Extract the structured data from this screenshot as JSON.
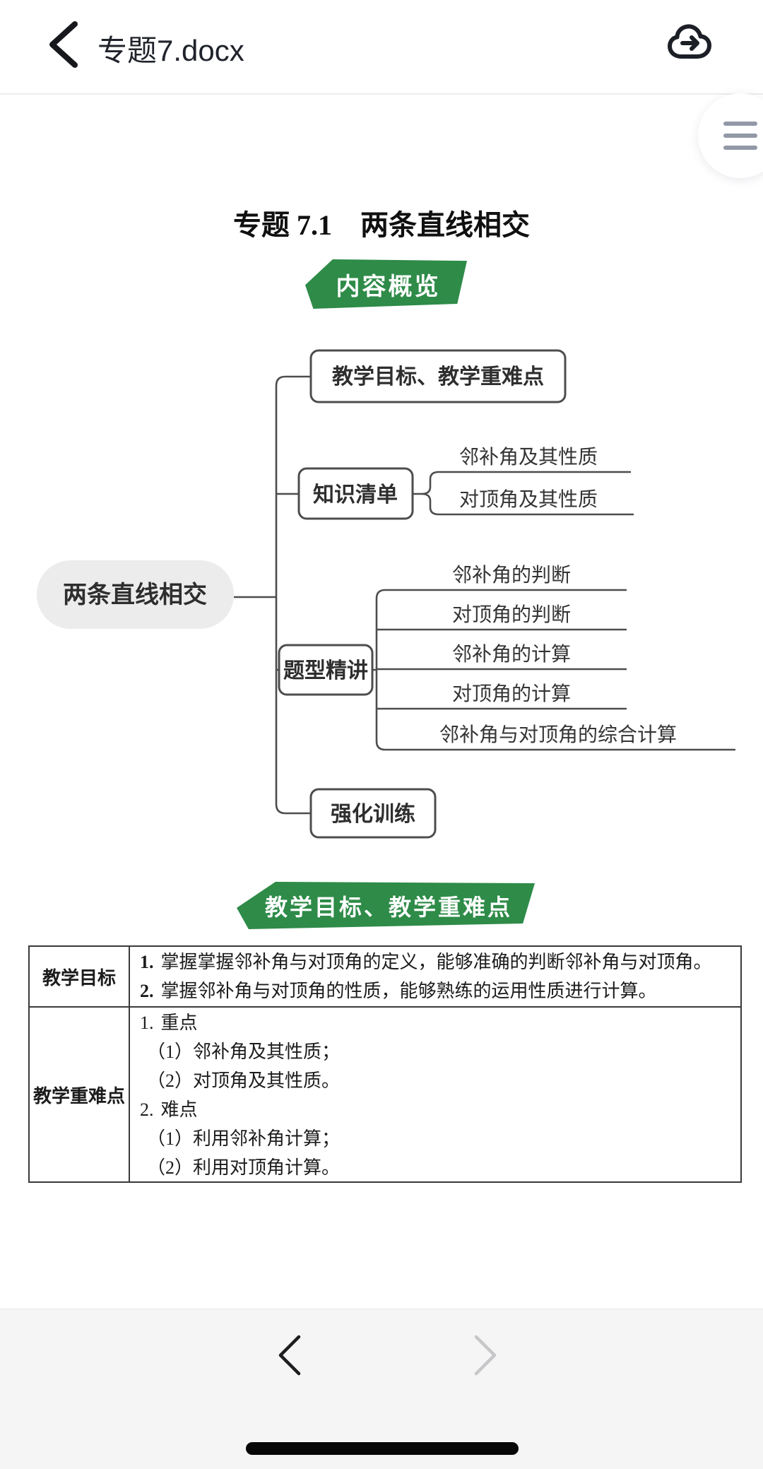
{
  "colors": {
    "accent_green": "#2E8B48",
    "map_line": "#4D4D4D",
    "root_fill": "#ECECEC"
  },
  "header": {
    "title": "专题7.docx",
    "icons": {
      "back": "chevron-left",
      "upload": "cloud-arrow-right"
    }
  },
  "menu": {
    "icon": "hamburger"
  },
  "document": {
    "title": "专题 7.1　两条直线相交",
    "overview_banner": "内容概览",
    "section_banner": "教学目标、教学重难点",
    "mindmap": {
      "root": "两条直线相交",
      "branches": [
        {
          "label": "教学目标、教学重难点",
          "children": []
        },
        {
          "label": "知识清单",
          "children": [
            "邻补角及其性质",
            "对顶角及其性质"
          ]
        },
        {
          "label": "题型精讲",
          "children": [
            "邻补角的判断",
            "对顶角的判断",
            "邻补角的计算",
            "对顶角的计算",
            "邻补角与对顶角的综合计算"
          ]
        },
        {
          "label": "强化训练",
          "children": []
        }
      ]
    },
    "table": {
      "rows": [
        {
          "header": "教学目标",
          "lines": [
            {
              "marker": "1.",
              "text": "掌握掌握邻补角与对顶角的定义，能够准确的判断邻补角与对顶角。"
            },
            {
              "marker": "2.",
              "text": "掌握邻补角与对顶角的性质，能够熟练的运用性质进行计算。"
            }
          ]
        },
        {
          "header": "教学重难点",
          "lines": [
            {
              "marker": "1.",
              "text": "重点"
            },
            {
              "marker": "",
              "text": "（1）邻补角及其性质；"
            },
            {
              "marker": "",
              "text": "（2）对顶角及其性质。"
            },
            {
              "marker": "2.",
              "text": "难点"
            },
            {
              "marker": "",
              "text": "（1）利用邻补角计算；"
            },
            {
              "marker": "",
              "text": "（2）利用对顶角计算。"
            }
          ]
        }
      ]
    }
  },
  "footer": {
    "icons": {
      "prev": "chevron-left",
      "next": "chevron-right",
      "home": "home-indicator"
    }
  }
}
